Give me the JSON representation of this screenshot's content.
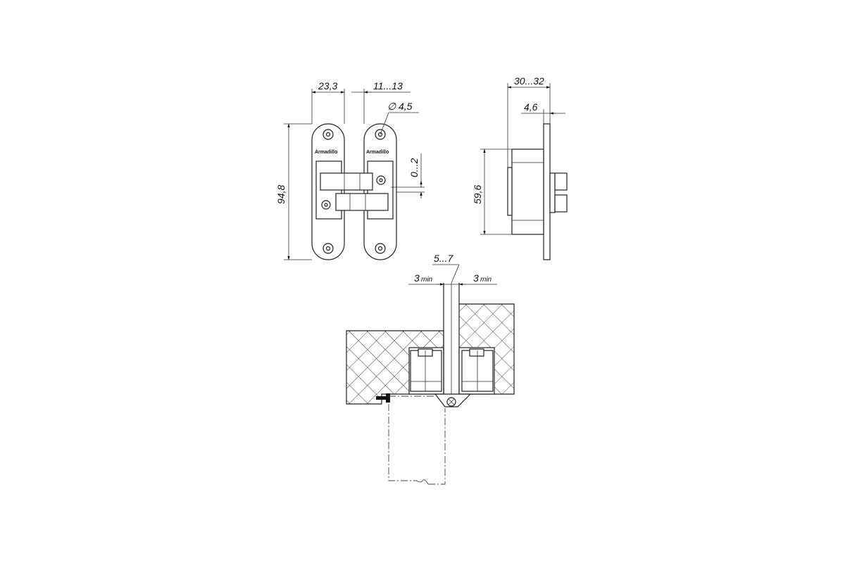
{
  "drawing": {
    "brand_label": "Armadillo",
    "dimensions": {
      "front_width": "23,3",
      "mount_range": "11...13",
      "hole_diameter": "4,5",
      "diameter_symbol": "∅",
      "height": "94,8",
      "vertical_adjust": "0...2",
      "depth_range": "30...32",
      "plate_thickness": "4,6",
      "body_height": "59,6",
      "gap": "5...7",
      "min_left_value": "3",
      "min_left_unit": "min",
      "min_right_value": "3",
      "min_right_unit": "min"
    }
  }
}
